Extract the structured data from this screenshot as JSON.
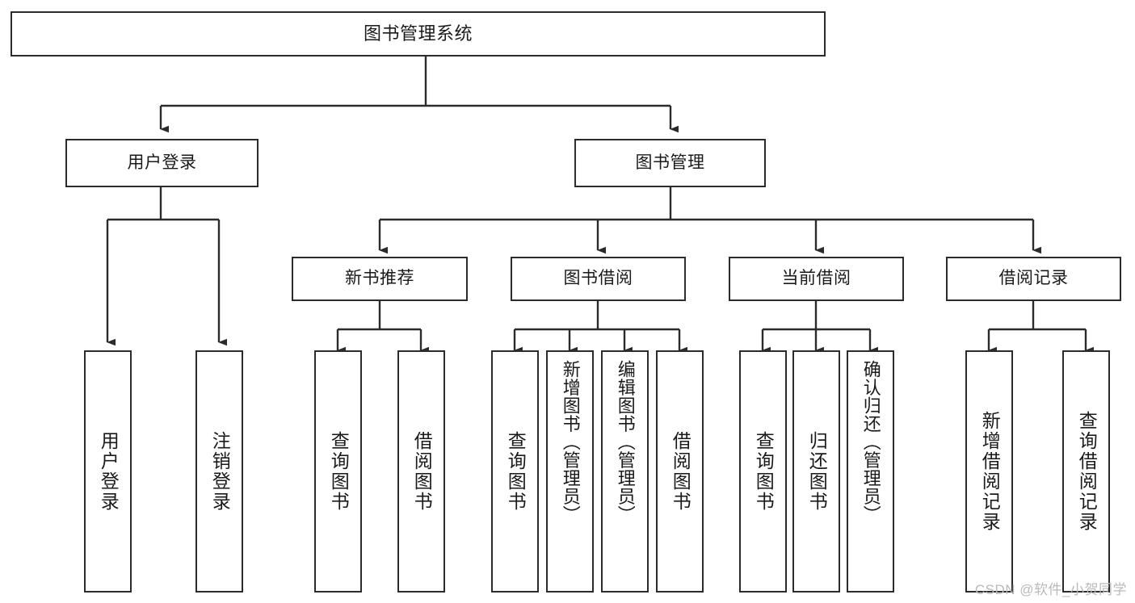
{
  "diagram": {
    "type": "tree-hierarchy-chart",
    "title": "图书管理系统",
    "stroke_color": "#2b2b2b",
    "background_color": "#ffffff",
    "root": {
      "id": "root",
      "label": "图书管理系统",
      "orientation": "horizontal"
    },
    "level2": [
      {
        "id": "user-login",
        "label": "用户登录",
        "orientation": "horizontal"
      },
      {
        "id": "book-management",
        "label": "图书管理",
        "orientation": "horizontal"
      }
    ],
    "level3": [
      {
        "id": "new-book-recommend",
        "label": "新书推荐",
        "parent": "book-management",
        "orientation": "horizontal"
      },
      {
        "id": "book-borrow",
        "label": "图书借阅",
        "parent": "book-management",
        "orientation": "horizontal"
      },
      {
        "id": "current-borrow",
        "label": "当前借阅",
        "parent": "book-management",
        "orientation": "horizontal"
      },
      {
        "id": "borrow-record",
        "label": "借阅记录",
        "parent": "book-management",
        "orientation": "horizontal"
      }
    ],
    "leaves": [
      {
        "id": "leaf-user-login",
        "label": "用户登录",
        "parent": "user-login",
        "orientation": "vertical"
      },
      {
        "id": "leaf-logout",
        "label": "注销登录",
        "parent": "user-login",
        "orientation": "vertical"
      },
      {
        "id": "leaf-query-book-1",
        "label": "查询图书",
        "parent": "new-book-recommend",
        "orientation": "vertical"
      },
      {
        "id": "leaf-borrow-book-1",
        "label": "借阅图书",
        "parent": "new-book-recommend",
        "orientation": "vertical"
      },
      {
        "id": "leaf-query-book-2",
        "label": "查询图书",
        "parent": "book-borrow",
        "orientation": "vertical"
      },
      {
        "id": "leaf-add-book",
        "label": "新增图书（管理员）",
        "parent": "book-borrow",
        "orientation": "vertical"
      },
      {
        "id": "leaf-edit-book",
        "label": "编辑图书（管理员）",
        "parent": "book-borrow",
        "orientation": "vertical"
      },
      {
        "id": "leaf-borrow-book-2",
        "label": "借阅图书",
        "parent": "book-borrow",
        "orientation": "vertical"
      },
      {
        "id": "leaf-query-book-3",
        "label": "查询图书",
        "parent": "current-borrow",
        "orientation": "vertical"
      },
      {
        "id": "leaf-return-book",
        "label": "归还图书",
        "parent": "current-borrow",
        "orientation": "vertical"
      },
      {
        "id": "leaf-confirm-return",
        "label": "确认归还（管理员）",
        "parent": "current-borrow",
        "orientation": "vertical"
      },
      {
        "id": "leaf-add-record",
        "label": "新增借阅记录",
        "parent": "borrow-record",
        "orientation": "vertical"
      },
      {
        "id": "leaf-query-record",
        "label": "查询借阅记录",
        "parent": "borrow-record",
        "orientation": "vertical"
      }
    ]
  },
  "watermark": {
    "text": "CSDN @软件_小贺同学"
  }
}
